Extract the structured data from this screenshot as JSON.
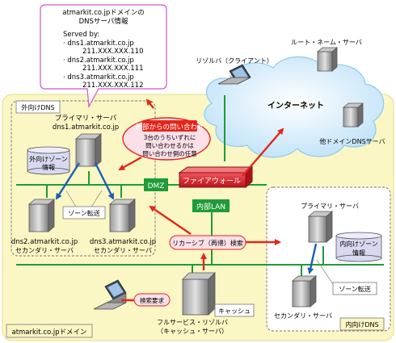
{
  "callout": {
    "line1": "atmarkit.co.jpドメインの",
    "line2": "DNSサーバ情報",
    "served_by": "Served by:",
    "entries": [
      {
        "host": "· dns1.atmarkit.co.jp",
        "ip": "211.XXX.XXX.110"
      },
      {
        "host": "· dns2.atmarkit.co.jp",
        "ip": "211.XXX.XXX.111"
      },
      {
        "host": "· dns3.atmarkit.co.jp",
        "ip": "211.XXX.XXX.112"
      }
    ]
  },
  "labels": {
    "resolver_client": "リゾルバ（クライアント）",
    "root_server": "ルート・ネーム・サーバ",
    "internet": "インターネット",
    "other_domain_dns": "他ドメインDNSサーバ",
    "external_dns": "外向けDNS",
    "external_primary_l1": "プライマリ・サーバ",
    "external_primary_l2": "dns1.atmarkit.co.jp",
    "external_zone_l1": "外向けゾーン",
    "external_zone_l2": "情報",
    "zone_transfer": "ゾーン転送",
    "dns2_l1": "dns2.atmarkit.co.jp",
    "dns2_l2": "セカンダリ・サーバ",
    "dns3_l1": "dns3.atmarkit.co.jp",
    "dns3_l2": "セカンダリ・サーバ",
    "inquiry_title": "外部からの問い合わせ",
    "inquiry_l1": "3台のうちいずれに",
    "inquiry_l2": "問い合わせるかは",
    "inquiry_l3": "問い合わせ側の任意",
    "dmz": "DMZ",
    "firewall": "ファイアウォール",
    "internal_lan": "内部LAN",
    "recursive_search": "リカーシブ（再帰）検索",
    "internal_primary": "プライマリ・サーバ",
    "internal_zone_l1": "内向けゾーン",
    "internal_zone_l2": "情報",
    "internal_zone_transfer": "ゾーン転送",
    "internal_secondary": "セカンダリ・サーバ",
    "internal_dns": "内向けDNS",
    "search_request": "検索要求",
    "cache": "キャッシュ",
    "full_service_l1": "フルサービス・リゾルバ",
    "full_service_l2": "（キャッシュ・サーバ）",
    "domain": "atmarkit.co.jpドメイン"
  },
  "colors": {
    "domain_fill": "#fbf7c4",
    "cloud_fill": "#cfe9fb",
    "lan_line": "#1f9b3a",
    "red_arrow": "#e2261d",
    "blue_arrow": "#1a5fb4",
    "firewall": "#d8232a",
    "callout_border": "#cc55cc",
    "inquiry_fill": "#fbe0e8"
  }
}
